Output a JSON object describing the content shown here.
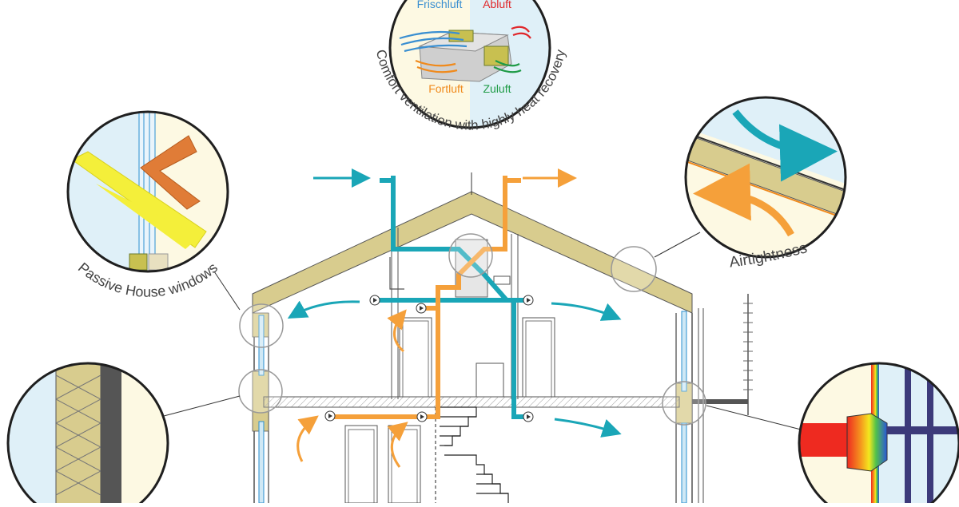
{
  "labels": {
    "frischluft": "Frischluft",
    "abluft": "Abluft",
    "fortluft": "Fortluft",
    "zuluft": "Zuluft",
    "comfort_ventilation": "Comfort ventilation with highly heat recovery",
    "passive_house_windows": "Passive House windows",
    "airtightness": "Airtightness"
  },
  "colors": {
    "teal": "#1aa6b7",
    "orange": "#f5a03a",
    "roof_fill": "#d8cc8e",
    "cream": "#fdf9e3",
    "light_blue": "#dff0f8",
    "lens_border": "#1f1f1f",
    "frischluft_text": "#3a8fd1",
    "abluft_text": "#e0272b",
    "fortluft_text": "#f08a1c",
    "zuluft_text": "#1f9b47"
  }
}
